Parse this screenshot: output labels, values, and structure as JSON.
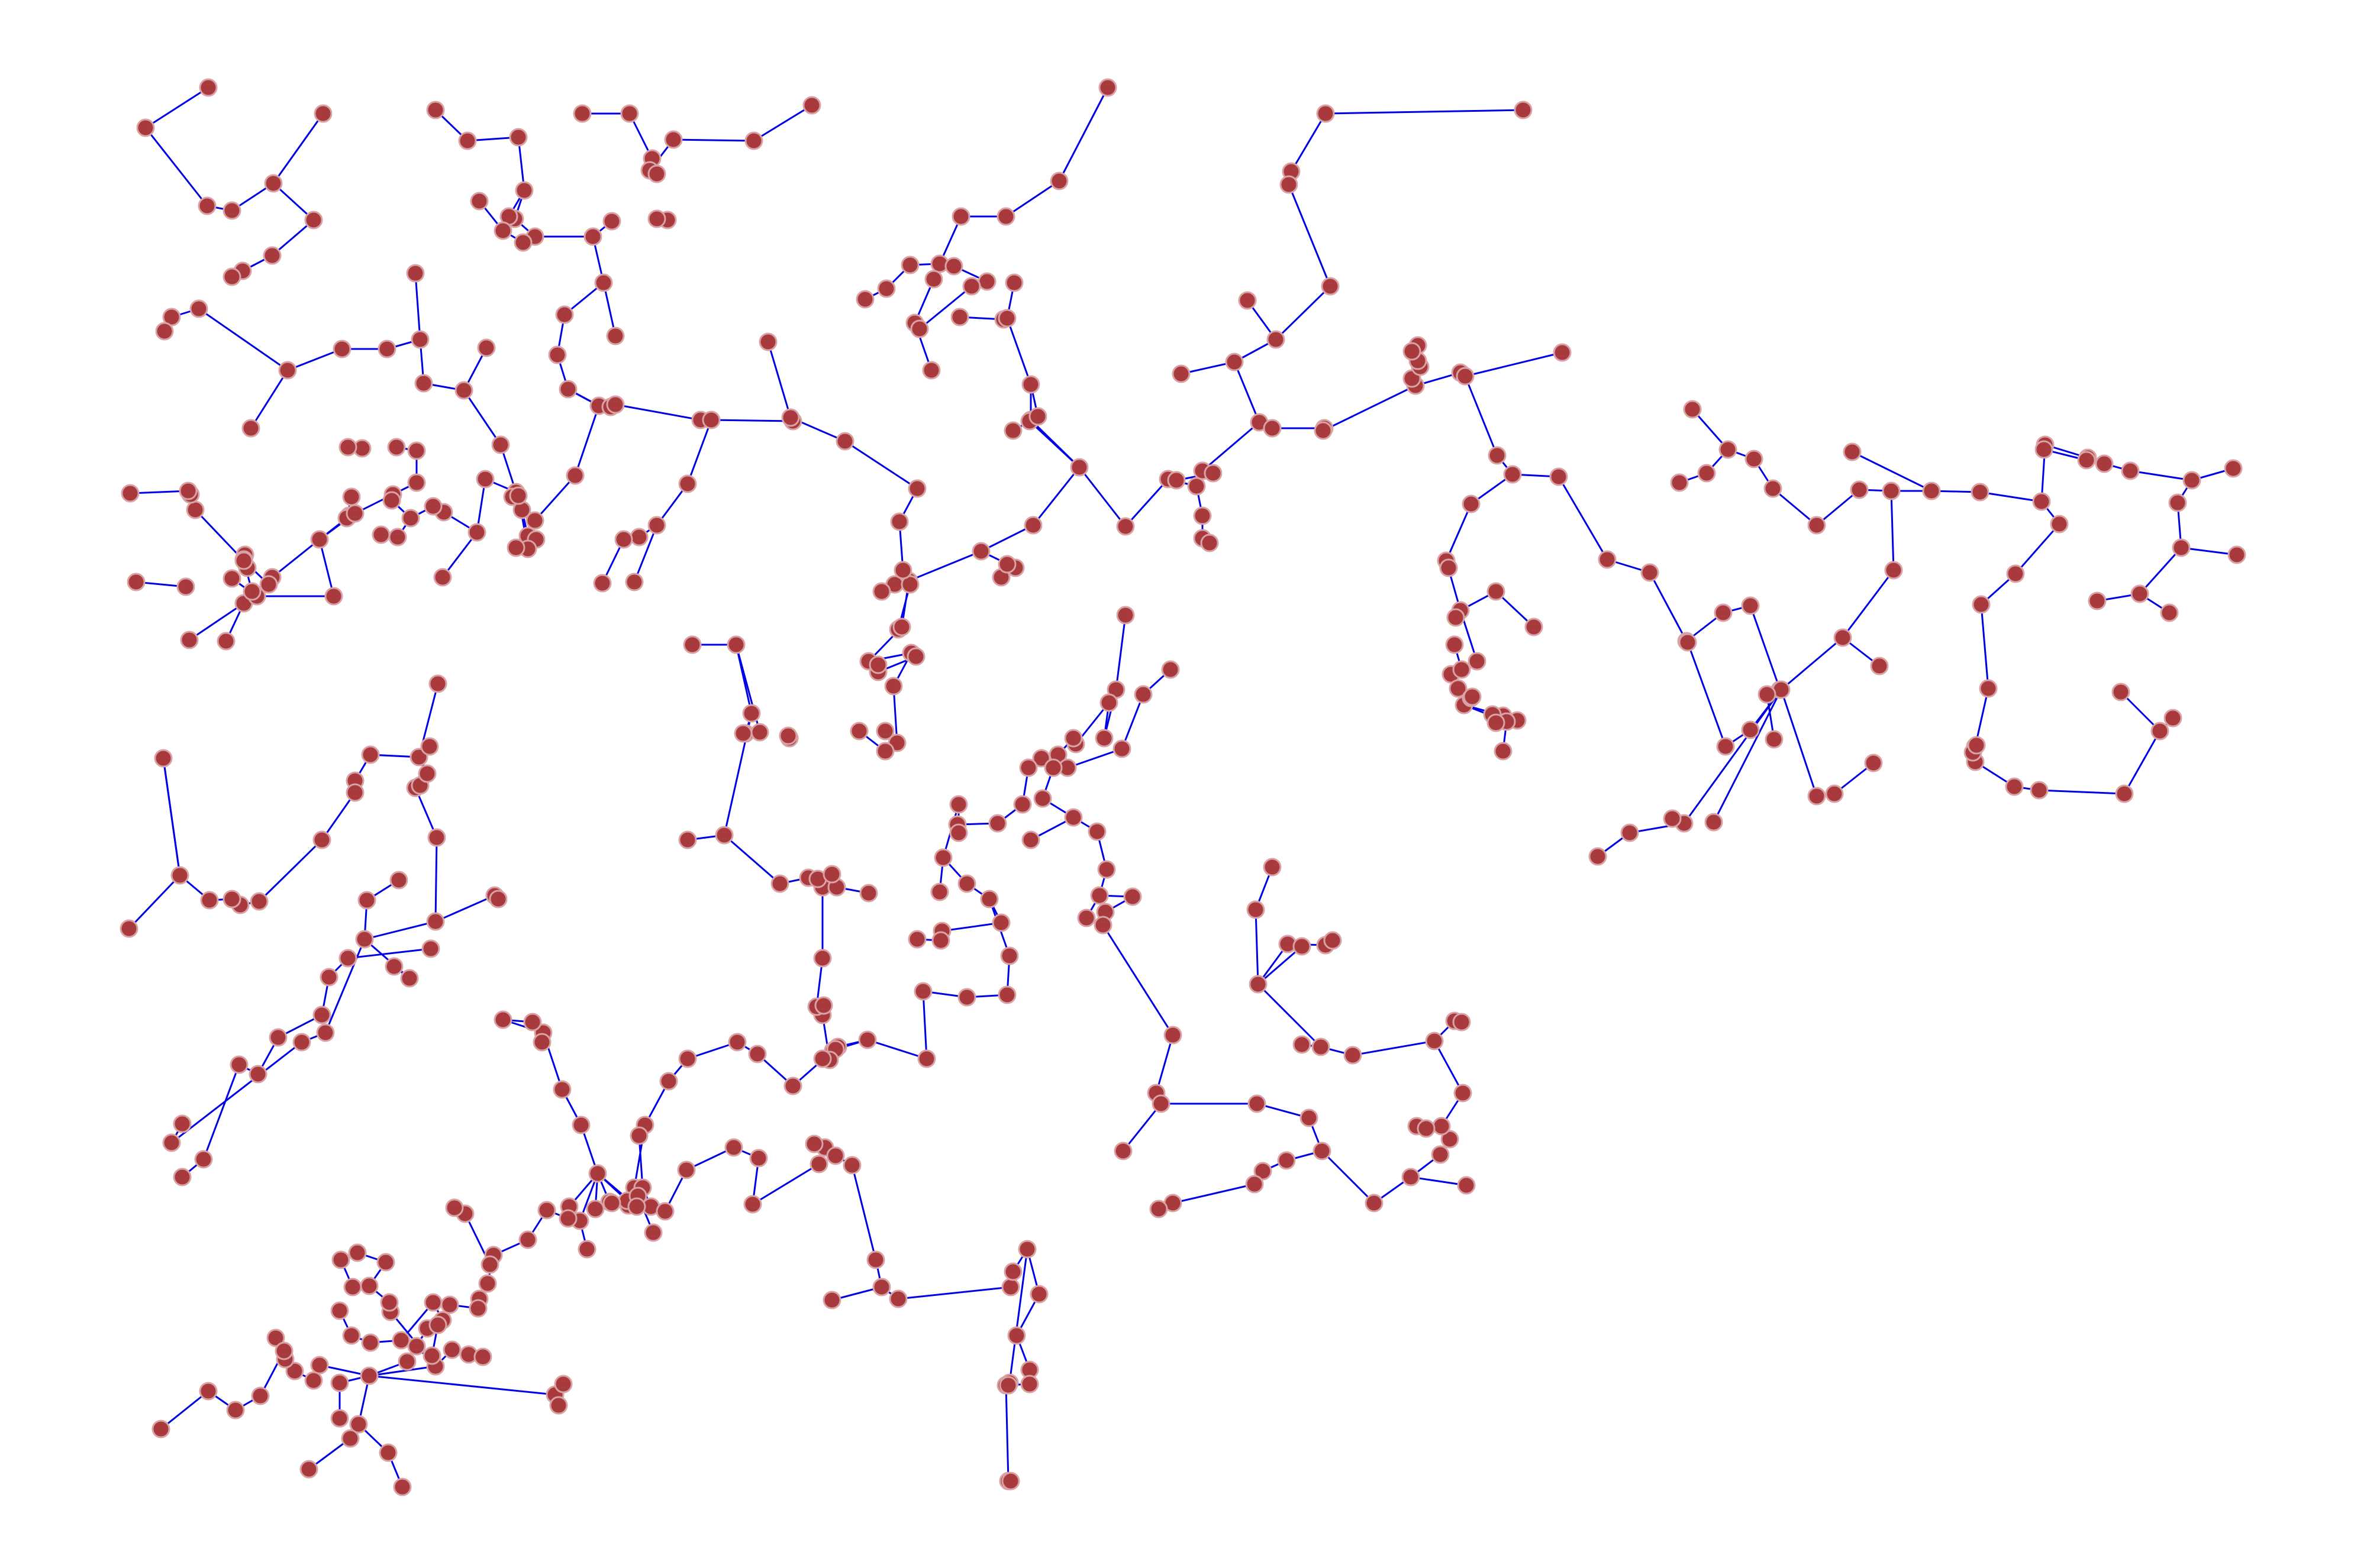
{
  "graph": {
    "type": "network",
    "node_fill": "#a83a3e",
    "node_stroke": "#d9a3a6",
    "edge_color": "#0000e6",
    "components": [
      {
        "id": "top-left-a",
        "nodes": 14
      },
      {
        "id": "top-left-b",
        "nodes": 30
      },
      {
        "id": "top-center",
        "nodes": 60
      },
      {
        "id": "top-right-arm",
        "nodes": 18
      },
      {
        "id": "right-cluster",
        "nodes": 55
      },
      {
        "id": "left-middle",
        "nodes": 22
      },
      {
        "id": "center-lower",
        "nodes": 70
      },
      {
        "id": "bottom-left",
        "nodes": 45
      },
      {
        "id": "lower-right-mid",
        "nodes": 30
      }
    ]
  }
}
